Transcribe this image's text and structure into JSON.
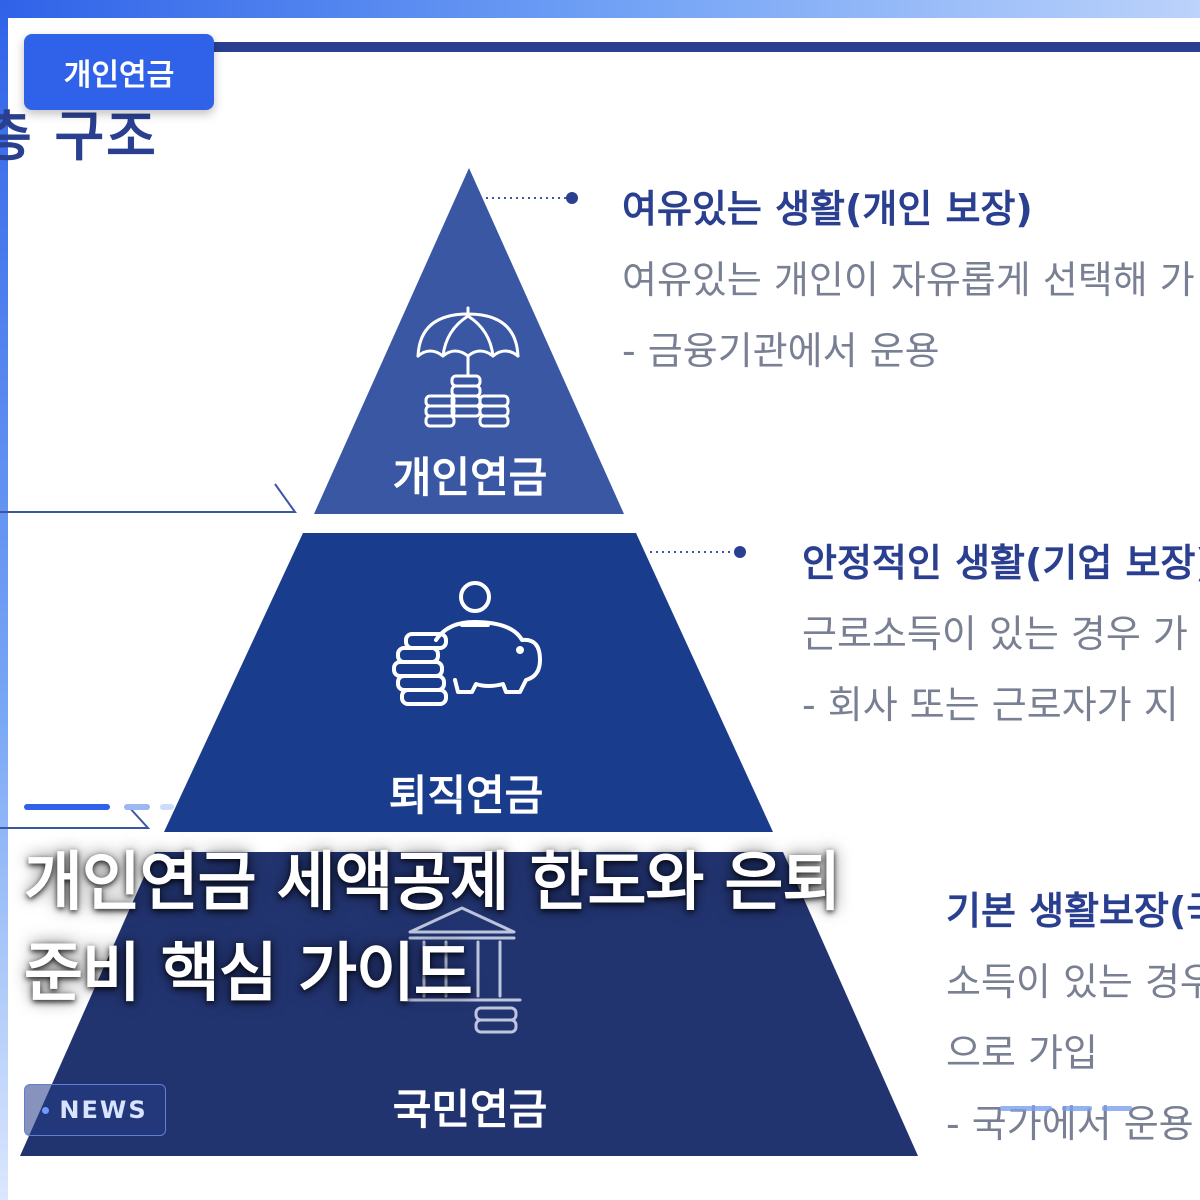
{
  "badge": {
    "label": "개인연금"
  },
  "heading_fragment": "층 구조",
  "pyramid": {
    "tiers": [
      {
        "label": "개인연금",
        "icon": "umbrella-coins-icon",
        "color": "#3a57a3"
      },
      {
        "label": "퇴직연금",
        "icon": "piggy-bank-coins-icon",
        "color": "#1a3c8c"
      },
      {
        "label": "국민연금",
        "icon": "bank-building-icon",
        "color": "#223470"
      }
    ]
  },
  "descriptions": [
    {
      "title": "여유있는 생활(개인 보장)",
      "lines": [
        "여유있는 개인이 자유롭게 선택해 가",
        "- 금융기관에서 운용"
      ]
    },
    {
      "title": "안정적인 생활(기업 보장)",
      "lines": [
        "근로소득이 있는 경우 가",
        "- 회사 또는 근로자가 지"
      ]
    },
    {
      "title": "기본 생활보장(국",
      "lines": [
        "소득이 있는 경우",
        "으로 가입",
        "- 국가에서 운용"
      ]
    }
  ],
  "headline": {
    "line1": "개인연금 세액공제 한도와 은퇴",
    "line2": "준비 핵심 가이드"
  },
  "tag": {
    "label": "NEWS"
  },
  "colors": {
    "accent": "#2f62e8",
    "navy": "#2a3f8f",
    "gray_text": "#7a8094"
  }
}
